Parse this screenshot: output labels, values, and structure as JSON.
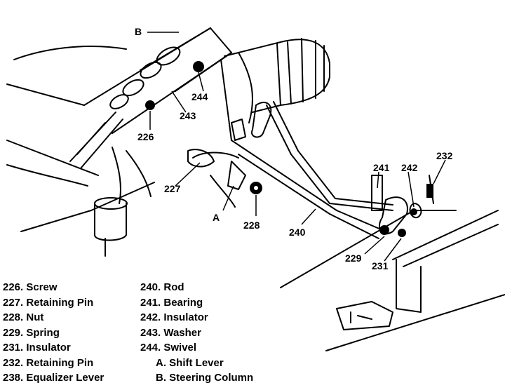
{
  "callouts": {
    "b": "B",
    "n244": "244",
    "n243": "243",
    "n226": "226",
    "n227": "227",
    "a": "A",
    "n228": "228",
    "n240": "240",
    "n229": "229",
    "n231": "231",
    "n241": "241",
    "n242": "242",
    "n232": "232"
  },
  "legend": {
    "left": [
      "226. Screw",
      "227. Retaining Pin",
      "228. Nut",
      "229. Spring",
      "231. Insulator",
      "232. Retaining Pin",
      "238. Equalizer Lever"
    ],
    "middle": [
      "240. Rod",
      "241. Bearing",
      "242. Insulator",
      "243. Washer",
      "244. Swivel"
    ],
    "letters": [
      "A. Shift Lever",
      "B. Steering Column"
    ]
  }
}
